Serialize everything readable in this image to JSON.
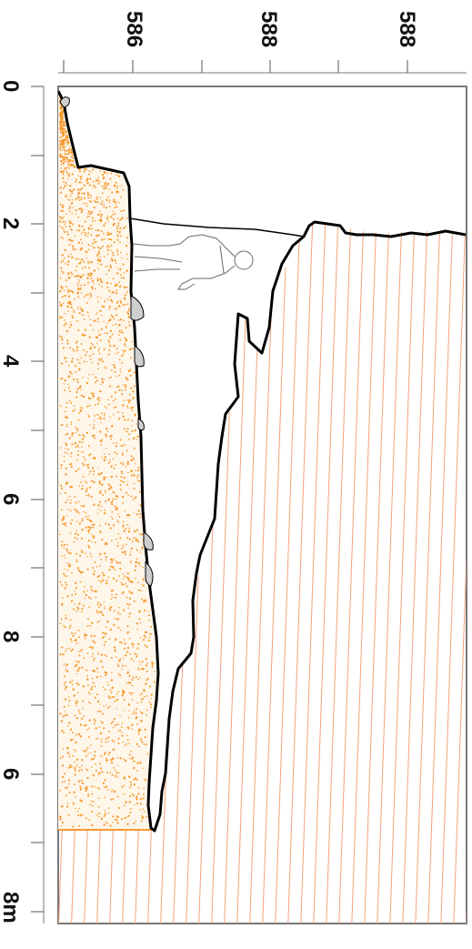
{
  "top_scale": {
    "labels": [
      "586",
      "588",
      "588"
    ]
  },
  "left_scale": {
    "labels": [
      "0",
      "2",
      "4",
      "6",
      "8",
      "6",
      "8m"
    ]
  },
  "colors": {
    "fill_sand": "#f39a2f",
    "rock_hatch": "#f3a27a",
    "outline": "#000000",
    "frame": "#777777",
    "boulder": "#cfcfcf",
    "human_figure": "#6a6a6a"
  },
  "icons": {
    "human_figure": "human-scale-figure-icon",
    "boulders": "boulder-icon"
  }
}
